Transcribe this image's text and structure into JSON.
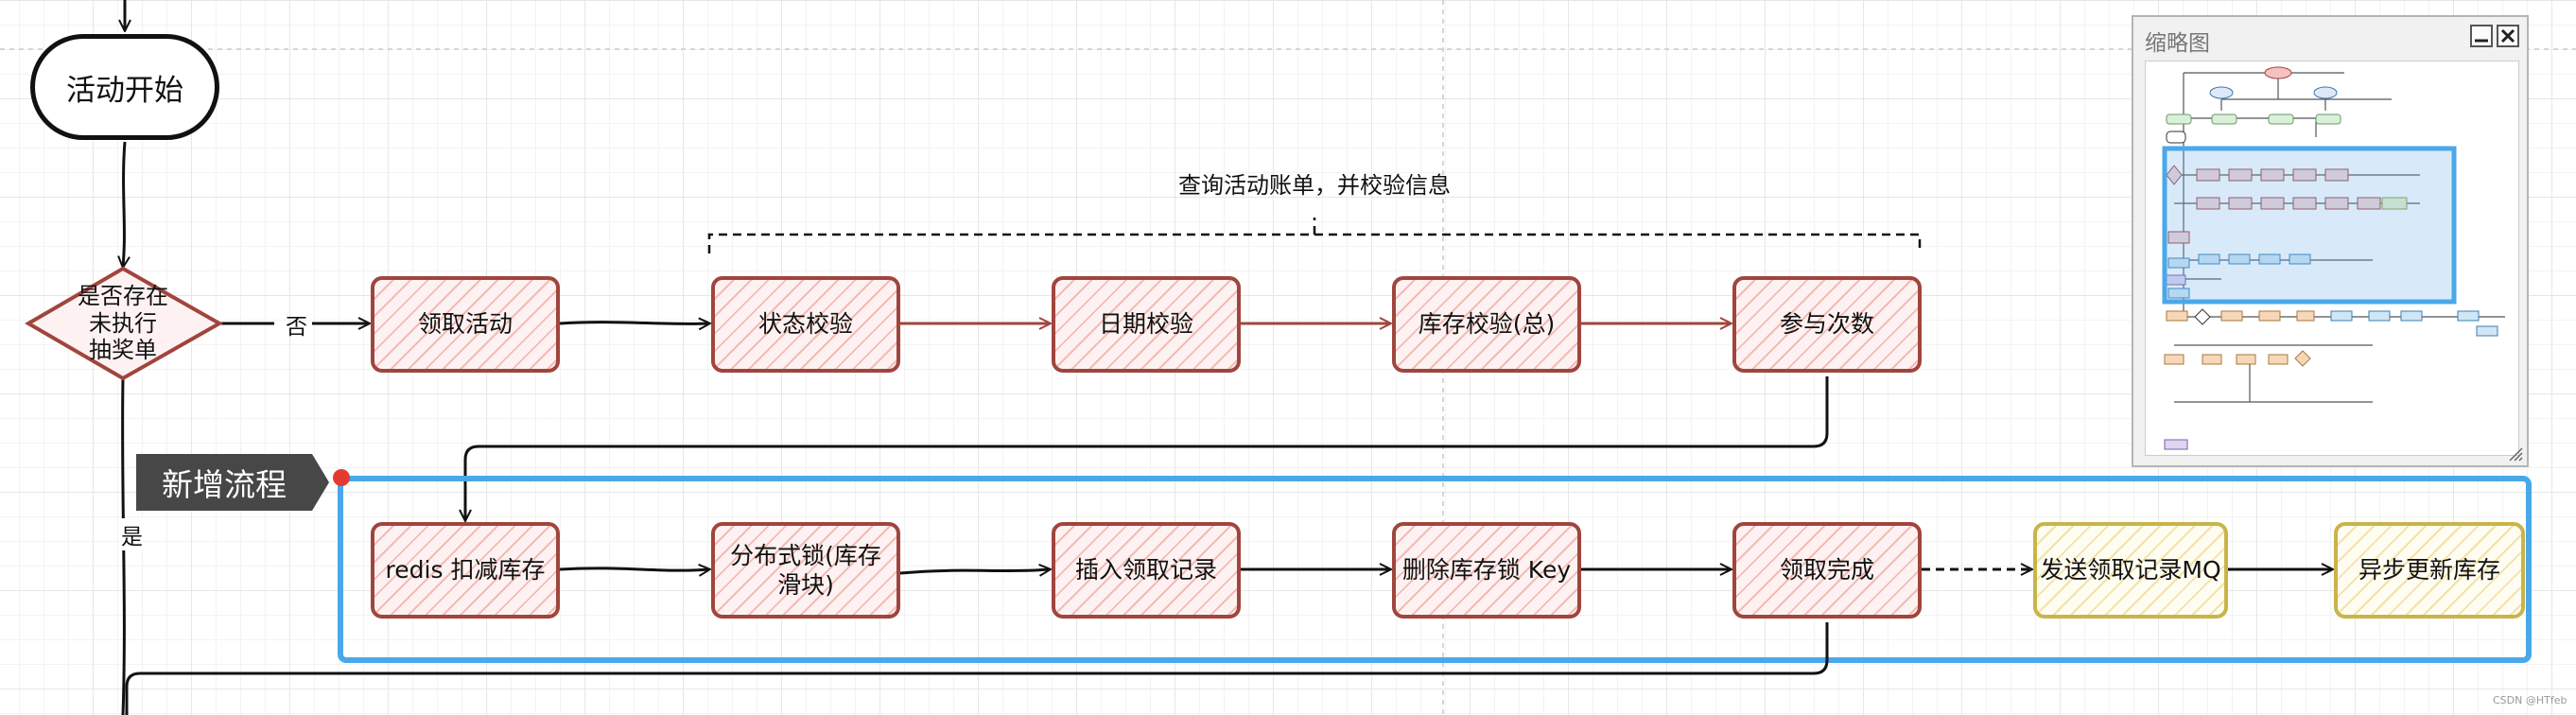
{
  "start": {
    "label": "活动开始"
  },
  "decision": {
    "label": "是否存在\n未执行\n抽奖单",
    "no_label": "否",
    "yes_label": "是"
  },
  "bracket": {
    "label": "查询活动账单，并校验信息"
  },
  "row1": [
    {
      "id": "claim-activity",
      "label": "领取活动"
    },
    {
      "id": "status-check",
      "label": "状态校验"
    },
    {
      "id": "date-check",
      "label": "日期校验"
    },
    {
      "id": "stock-check-total",
      "label": "库存校验(总)"
    },
    {
      "id": "participation-count",
      "label": "参与次数"
    }
  ],
  "new_flow": {
    "tag": "新增流程",
    "nodes": [
      {
        "id": "redis-deduct-stock",
        "label": "redis 扣减库存"
      },
      {
        "id": "distributed-lock",
        "label": "分布式锁(库存滑块)"
      },
      {
        "id": "insert-claim-record",
        "label": "插入领取记录"
      },
      {
        "id": "delete-stock-lock-key",
        "label": "删除库存锁 Key"
      },
      {
        "id": "claim-complete",
        "label": "领取完成"
      },
      {
        "id": "send-claim-mq",
        "label": "发送领取记录MQ"
      },
      {
        "id": "async-update-stock",
        "label": "异步更新库存"
      }
    ]
  },
  "minimap": {
    "title": "缩略图",
    "minimize_icon": "minimize-icon",
    "close_icon": "close-icon"
  },
  "watermark": "CSDN @HTfeb",
  "colors": {
    "node_border": "#a0453d",
    "yellow_border": "#c9b44a",
    "frame": "#4aa8e8",
    "edge_red": "#a0453d"
  }
}
